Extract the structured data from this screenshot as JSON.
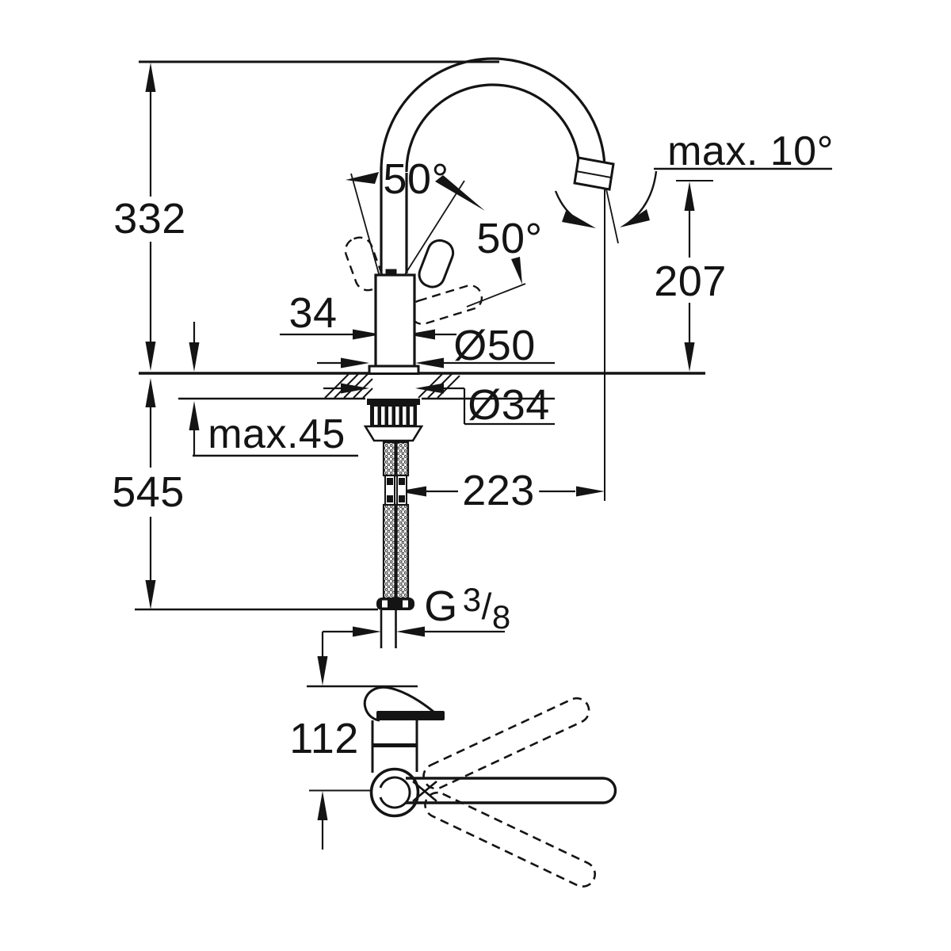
{
  "drawing": {
    "side_view": {
      "spout_height": "332",
      "total_height": "545",
      "deck_thickness_max": "max.45",
      "handle_clearance": "34",
      "base_diameter": "Ø50",
      "hole_diameter": "Ø34",
      "spout_projection": "223",
      "outlet_height": "207",
      "spout_tilt_max": "max. 10°",
      "handle_angle_upper": "50°",
      "handle_angle_lower": "50°",
      "thread_prefix": "G",
      "thread_numerator": "3",
      "thread_slash": "/",
      "thread_denominator": "8"
    },
    "plan_view": {
      "lever_offset": "112"
    }
  },
  "colors": {
    "line": "#141414",
    "background": "#ffffff"
  }
}
